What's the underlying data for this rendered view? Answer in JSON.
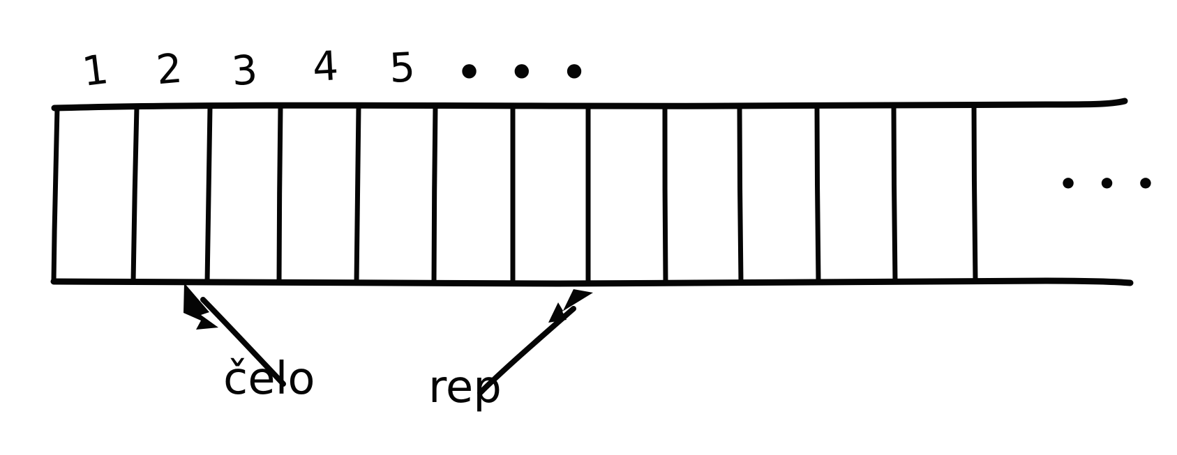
{
  "diagram": {
    "title": "queue-array-diagram",
    "ink_color": "#050505",
    "background_color": "#ffffff",
    "cell_count": 12,
    "index_labels": [
      "1",
      "2",
      "3",
      "4",
      "5"
    ],
    "header_ellipsis": "• • •",
    "trailing_ellipsis": "• • •",
    "annotations": {
      "head": {
        "label": "čelo",
        "points_to_cell": 2,
        "arrow": "arrow-up-left"
      },
      "tail": {
        "label": "rep",
        "points_to_cell": 7,
        "arrow": "arrow-up-right"
      }
    }
  }
}
